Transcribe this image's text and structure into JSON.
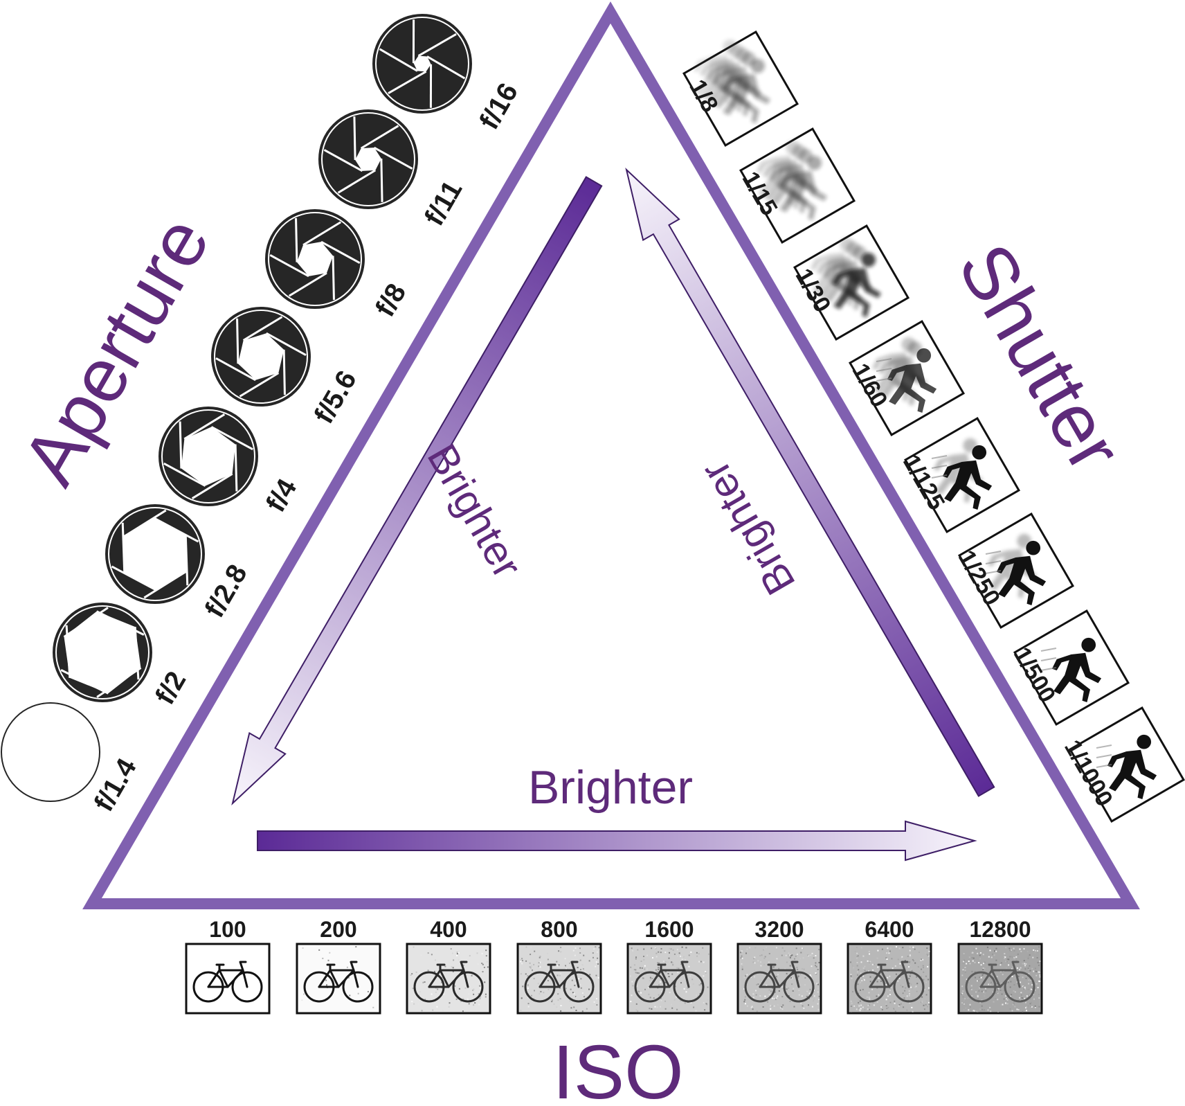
{
  "titles": {
    "aperture": "Aperture",
    "shutter": "Shutter",
    "iso": "ISO"
  },
  "arrows": {
    "left_label": "Brighter",
    "right_label": "Brighter",
    "bottom_label": "Brighter"
  },
  "aperture": {
    "stops": [
      "f/1.4",
      "f/2",
      "f/2.8",
      "f/4",
      "f/5.6",
      "f/8",
      "f/11",
      "f/16"
    ],
    "openness": [
      1.0,
      0.95,
      0.82,
      0.68,
      0.55,
      0.42,
      0.3,
      0.2
    ]
  },
  "shutter": {
    "speeds": [
      "1/8",
      "1/15",
      "1/30",
      "1/60",
      "1/125",
      "1/250",
      "1/500",
      "1/1000"
    ],
    "blur": [
      1.0,
      0.85,
      0.65,
      0.45,
      0.3,
      0.2,
      0.1,
      0.0
    ]
  },
  "iso": {
    "values": [
      "100",
      "200",
      "400",
      "800",
      "1600",
      "3200",
      "6400",
      "12800"
    ],
    "noise": [
      0.0,
      0.05,
      0.25,
      0.35,
      0.45,
      0.55,
      0.65,
      0.8
    ]
  },
  "icons": {
    "aperture": "aperture-icon",
    "shutter": "running-man-icon",
    "iso": "bicycle-icon"
  },
  "colors": {
    "title": "#5e2a7a",
    "triangle": "#8060b0",
    "arrow_dark": "#5b2a96",
    "arrow_light": "#f7f4fb",
    "iris": "#262626"
  }
}
